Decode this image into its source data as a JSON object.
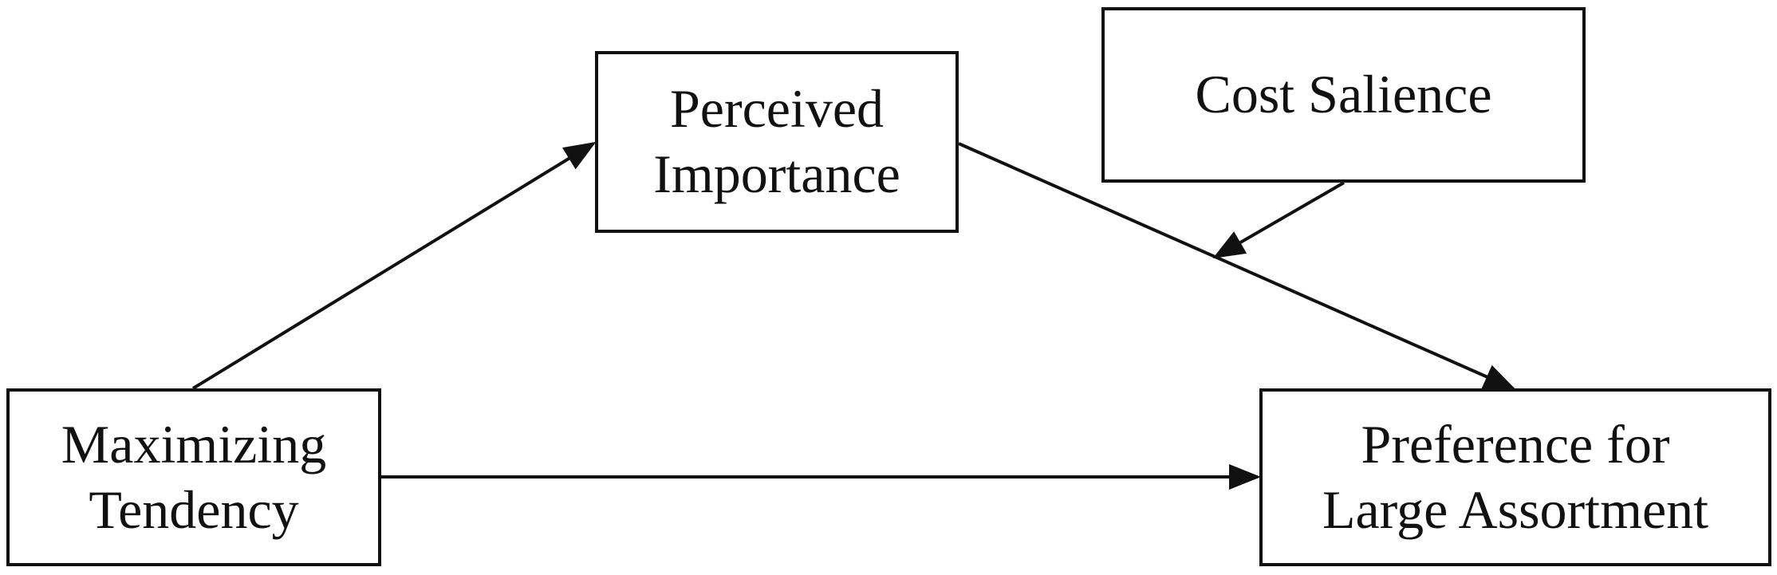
{
  "diagram": {
    "nodes": {
      "perceived_importance": {
        "line1": "Perceived",
        "line2": "Importance"
      },
      "cost_salience": {
        "line1": "Cost Salience"
      },
      "maximizing_tendency": {
        "line1": "Maximizing",
        "line2": "Tendency"
      },
      "preference": {
        "line1": "Preference for",
        "line2": "Large Assortment"
      }
    },
    "edges": [
      {
        "from": "Maximizing Tendency",
        "to": "Perceived Importance"
      },
      {
        "from": "Perceived Importance",
        "to": "Preference for Large Assortment"
      },
      {
        "from": "Maximizing Tendency",
        "to": "Preference for Large Assortment"
      },
      {
        "from": "Cost Salience",
        "to": "Perceived Importance -> Preference for Large Assortment path"
      }
    ],
    "colors": {
      "stroke": "#111111",
      "background": "#ffffff"
    }
  }
}
